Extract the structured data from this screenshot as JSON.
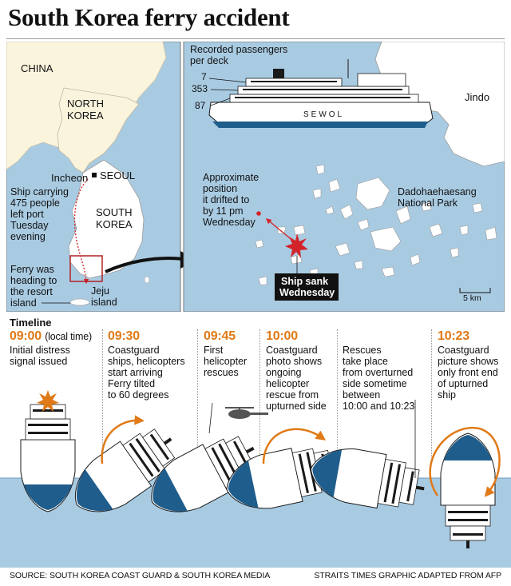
{
  "title": "South Korea ferry accident",
  "left_map": {
    "labels": {
      "china": "CHINA",
      "north_korea_1": "NORTH",
      "north_korea_2": "KOREA",
      "seoul": "SEOUL",
      "incheon": "Incheon",
      "south_korea_1": "SOUTH",
      "south_korea_2": "KOREA",
      "jeju_1": "Jeju",
      "jeju_2": "island"
    },
    "notes": {
      "departure": [
        "Ship carrying",
        "475 people",
        "left port",
        "Tuesday",
        "evening"
      ],
      "destination": [
        "Ferry was",
        "heading to",
        "the resort",
        "island"
      ]
    }
  },
  "right_map": {
    "deck_title": [
      "Recorded passengers",
      "per deck"
    ],
    "deck_counts": [
      "7",
      "353",
      "87"
    ],
    "ship_name": "SEWOL",
    "jindo": "Jindo",
    "park": [
      "Dadohaehaesang",
      "National Park"
    ],
    "drift_note": [
      "Approximate",
      "position",
      "it drifted to",
      "by 11 pm",
      "Wednesday"
    ],
    "sank_label": [
      "Ship sank",
      "Wednesday"
    ],
    "scale": "5 km"
  },
  "timeline": {
    "heading": "Timeline",
    "events": [
      {
        "time": "09:00",
        "note": "(local time)",
        "desc": "Initial distress\nsignal issued"
      },
      {
        "time": "09:30",
        "note": "",
        "desc": "Coastguard\nships, helicopters\nstart arriving\nFerry tilted\nto 60 degrees"
      },
      {
        "time": "09:45",
        "note": "",
        "desc": "First\nhelicopter\nrescues"
      },
      {
        "time": "10:00",
        "note": "",
        "desc": "Coastguard\nphoto shows\nongoing\nhelicopter\nrescue from\nupturned side"
      },
      {
        "time": "",
        "note": "",
        "desc": "Rescues\ntake place\nfrom overturned\nside sometime\nbetween\n10:00 and 10:23"
      },
      {
        "time": "10:23",
        "note": "",
        "desc": "Coastguard\npicture shows\nonly front end\nof upturned\nship"
      }
    ]
  },
  "footer": {
    "source": "SOURCE: SOUTH KOREA COAST GUARD & SOUTH KOREA MEDIA",
    "credit": "STRAITS TIMES GRAPHIC ADAPTED FROM AFP"
  },
  "colors": {
    "sea": "#a9cbe2",
    "land": "#fbf4dd",
    "korea_land": "#ffffff",
    "accent_orange": "#e07a17",
    "hull_blue": "#1f5d8c",
    "red": "#d2232a"
  }
}
